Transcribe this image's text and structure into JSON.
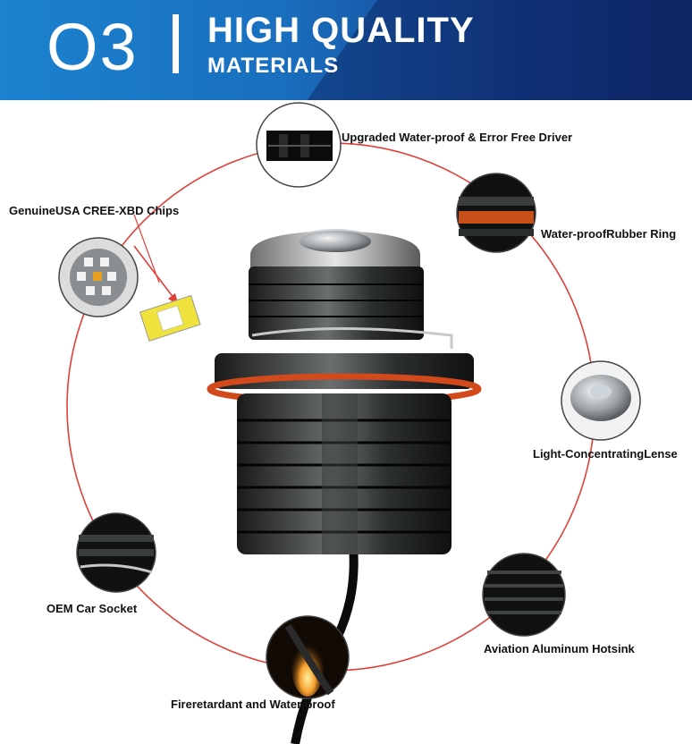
{
  "header": {
    "number": "O3",
    "title": "HIGH QUALITY",
    "subtitle": "MATERIALS"
  },
  "features": [
    {
      "id": "driver",
      "label": "Upgraded Water-proof & Error Free Driver"
    },
    {
      "id": "chips",
      "label": "GenuineUSA CREE-XBD Chips"
    },
    {
      "id": "ring",
      "label": "Water-proofRubber Ring"
    },
    {
      "id": "lense",
      "label": "Light-ConcentratingLense"
    },
    {
      "id": "socket",
      "label": "OEM Car Socket"
    },
    {
      "id": "hotsink",
      "label": "Aviation Aluminum Hotsink"
    },
    {
      "id": "cable",
      "label": "Fireretardant and Water-proof"
    }
  ],
  "colors": {
    "circle": "#e0403a",
    "banner": "#1a6fbf",
    "ring": "#d24a1c"
  }
}
